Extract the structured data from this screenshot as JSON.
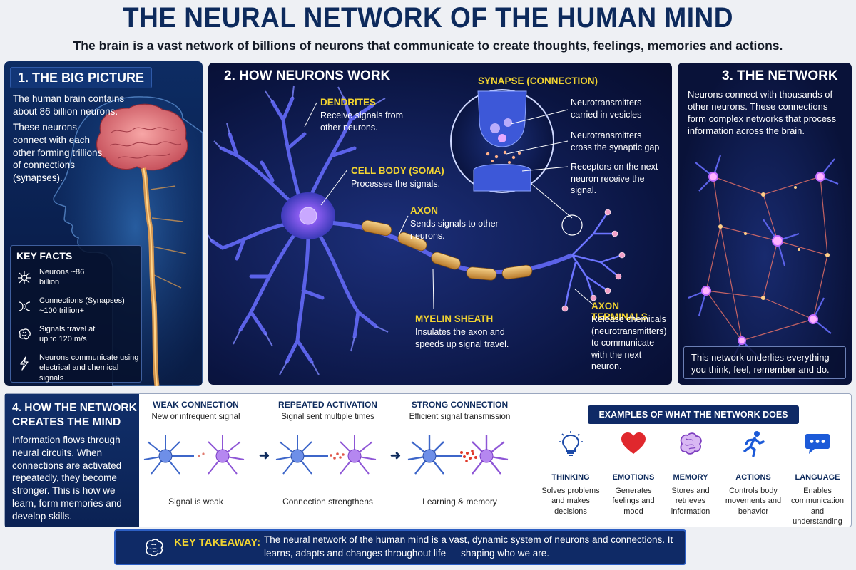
{
  "header": {
    "title": "THE NEURAL NETWORK OF THE HUMAN MIND",
    "subtitle": "The brain is a vast network of billions of neurons that communicate to create thoughts, feelings, memories and actions."
  },
  "big_picture": {
    "heading": "1. THE BIG PICTURE",
    "para1": "The human brain contains about 86 billion neurons.",
    "para2": "These neurons connect with each other forming trillions of connections (synapses).",
    "key_facts": {
      "heading": "KEY FACTS",
      "items": [
        {
          "icon": "neuron-icon",
          "text": "Neurons ~86 billion"
        },
        {
          "icon": "synapse-icon",
          "text": "Connections (Synapses) ~100 trillion+"
        },
        {
          "icon": "brain-icon",
          "text": "Signals travel at up to 120 m/s"
        },
        {
          "icon": "lightning-icon",
          "text": "Neurons communicate using electrical and chemical signals"
        }
      ]
    }
  },
  "neurons": {
    "heading": "2. HOW NEURONS WORK",
    "dendrites": {
      "label": "DENDRITES",
      "desc": "Receive signals from other neurons."
    },
    "soma": {
      "label": "CELL BODY (SOMA)",
      "desc": "Processes the signals."
    },
    "axon": {
      "label": "AXON",
      "desc": "Sends signals to other neurons."
    },
    "myelin": {
      "label": "MYELIN SHEATH",
      "desc": "Insulates the axon and speeds up signal travel."
    },
    "terminals": {
      "label": "AXON TERMINALS",
      "desc": "Release chemicals (neurotransmitters) to communicate with the next neuron."
    },
    "synapse": {
      "label": "SYNAPSE (CONNECTION)",
      "notes": [
        "Neurotransmitters carried in vesicles",
        "Neurotransmitters cross the synaptic gap",
        "Receptors on the next neuron receive the signal."
      ]
    }
  },
  "network": {
    "heading": "3. THE NETWORK",
    "desc": "Neurons connect with thousands of other neurons. These connections form complex networks that process information across the brain.",
    "footer": "This network underlies everything you think, feel, remember and do."
  },
  "creates_mind": {
    "heading": "4. HOW THE NETWORK CREATES THE MIND",
    "body": "Information flows through neural circuits. When connections are activated repeatedly, they become stronger. This is how we learn, form memories and develop skills.",
    "stages": [
      {
        "title": "WEAK CONNECTION",
        "sub": "New or infrequent signal",
        "caption": "Signal is weak"
      },
      {
        "title": "REPEATED ACTIVATION",
        "sub": "Signal sent multiple times",
        "caption": "Connection strengthens"
      },
      {
        "title": "STRONG CONNECTION",
        "sub": "Efficient signal transmission",
        "caption": "Learning & memory"
      }
    ]
  },
  "examples": {
    "heading": "EXAMPLES OF WHAT THE NETWORK DOES",
    "items": [
      {
        "icon": "lightbulb-icon",
        "title": "THINKING",
        "desc": "Solves problems and makes decisions"
      },
      {
        "icon": "heart-icon",
        "title": "EMOTIONS",
        "desc": "Generates feelings and mood"
      },
      {
        "icon": "brain-icon",
        "title": "MEMORY",
        "desc": "Stores and retrieves information"
      },
      {
        "icon": "running-person-icon",
        "title": "ACTIONS",
        "desc": "Controls body movements and behavior"
      },
      {
        "icon": "speech-bubble-icon",
        "title": "LANGUAGE",
        "desc": "Enables communication and understanding"
      }
    ]
  },
  "takeaway": {
    "label": "KEY TAKEAWAY:",
    "text": "The neural network of the human mind is a vast, dynamic system of neurons and connections. It learns, adapts and changes throughout life — shaping who we are."
  },
  "colors": {
    "navy": "#0d2a5c",
    "accent_yellow": "#f2d431",
    "neuron_blue": "#5d5fe8",
    "neuron_purple": "#9b5fe0",
    "myelin": "#d9a44a",
    "heart": "#e0282d"
  }
}
